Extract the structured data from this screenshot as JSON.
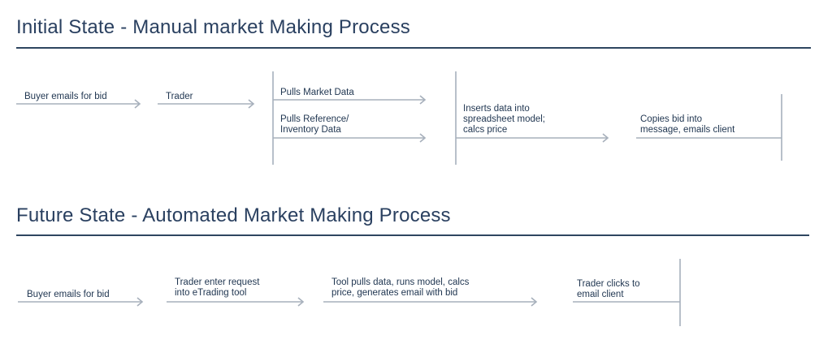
{
  "initial": {
    "title": "Initial State - Manual market Making Process",
    "steps": {
      "buyer": "Buyer emails for bid",
      "trader": "Trader",
      "market": "Pulls Market Data",
      "reference": "Pulls Reference/\nInventory Data",
      "inserts": "Inserts data into\nspreadsheet model;\ncalcs price",
      "copies": "Copies bid into\nmessage, emails client"
    }
  },
  "future": {
    "title": "Future State - Automated Market Making Process",
    "steps": {
      "buyer": "Buyer emails for bid",
      "trader": "Trader enter request\ninto eTrading tool",
      "tool": "Tool pulls data, runs model, calcs\nprice, generates email with bid",
      "clicks": "Trader clicks to\nemail client"
    }
  }
}
